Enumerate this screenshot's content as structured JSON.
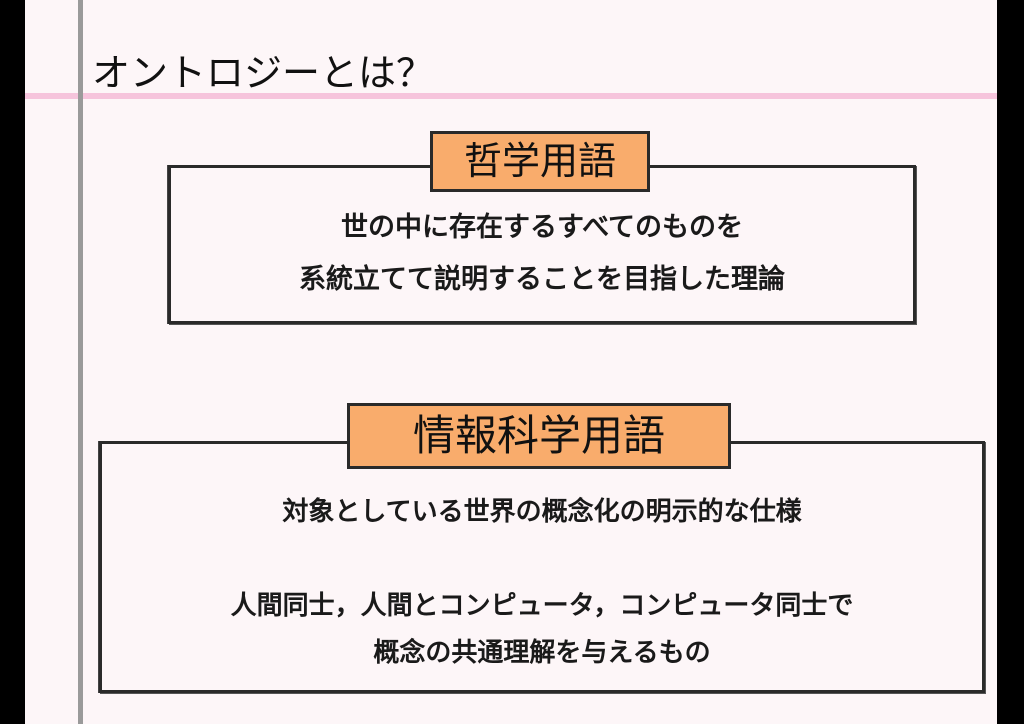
{
  "slide": {
    "title": "オントロジーとは？",
    "sections": [
      {
        "label": "哲学用語",
        "lines": [
          "世の中に存在するすべてのものを",
          "系統立てて説明することを目指した理論"
        ]
      },
      {
        "label": "情報科学用語",
        "lines": [
          "対象としている世界の概念化の明示的な仕様",
          "人間同士，人間とコンピュータ，コンピュータ同士で",
          "概念の共通理解を与えるもの"
        ]
      }
    ]
  },
  "colors": {
    "paper": "#fdf6f8",
    "rule_line": "#f6c4dc",
    "margin_line": "#9a9a9a",
    "label_fill": "#f9ac6c",
    "border": "#2a2a2a"
  }
}
